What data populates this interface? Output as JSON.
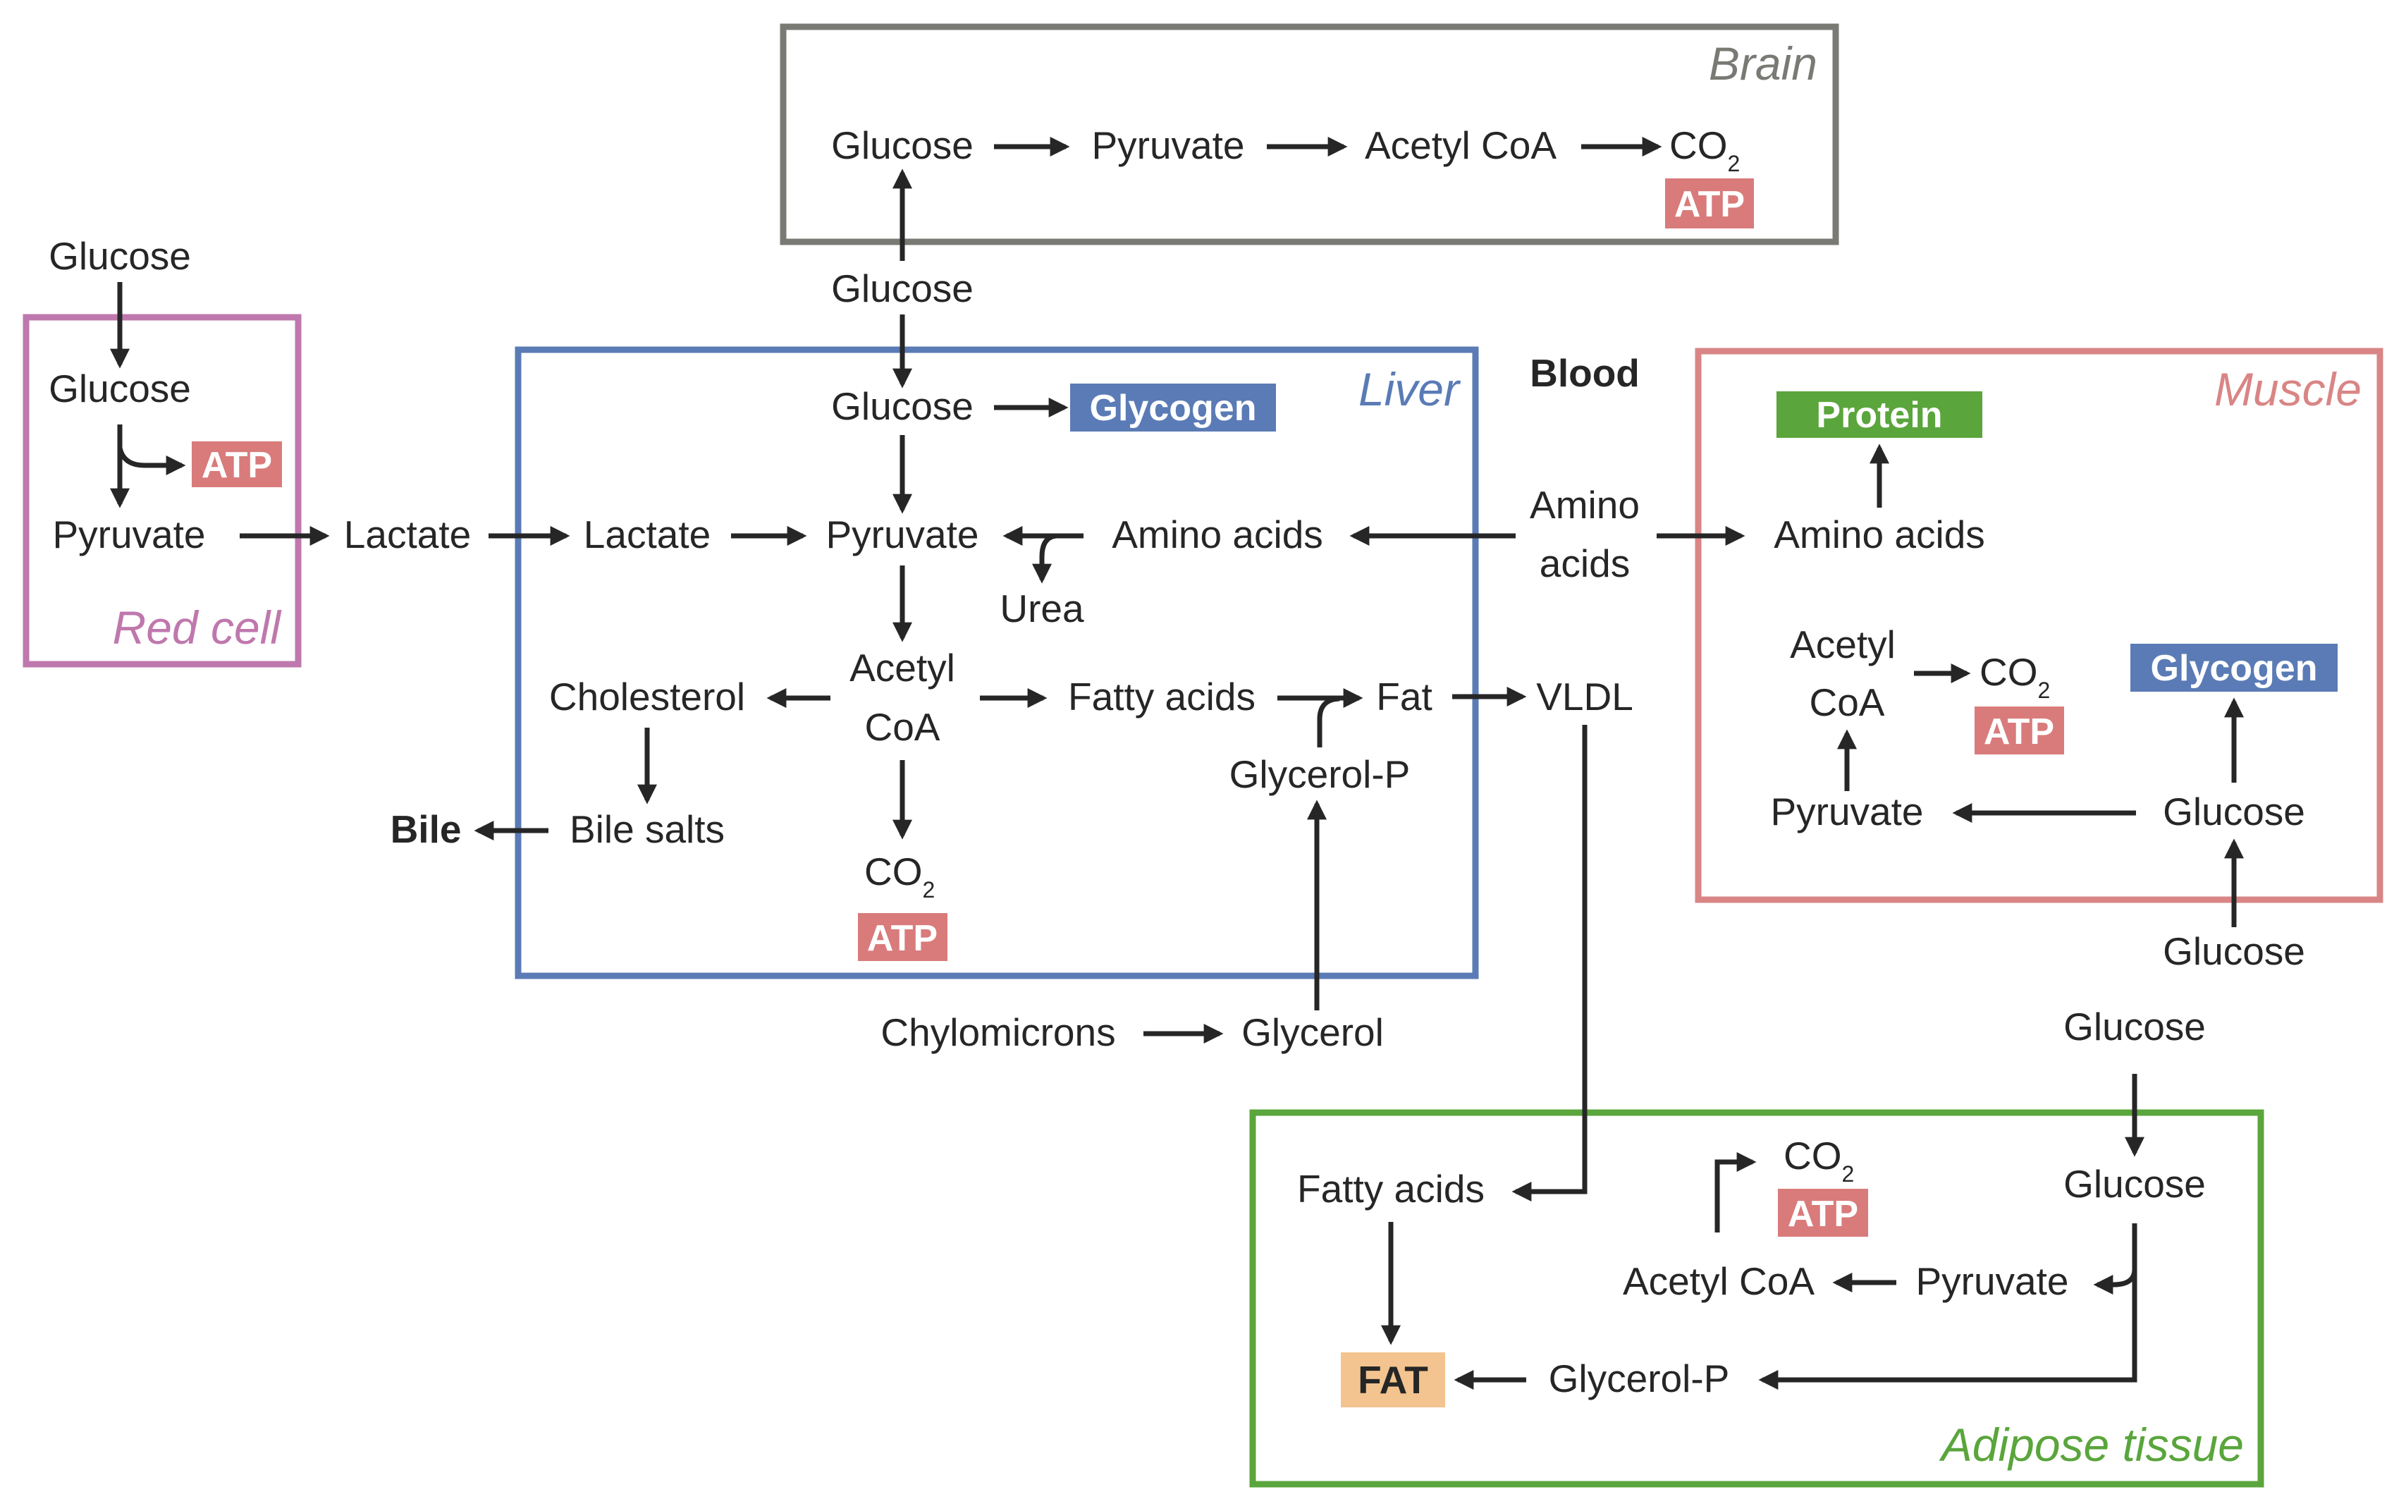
{
  "colors": {
    "brain": "#7a7a75",
    "liver": "#5a7bb5",
    "muscle": "#d98585",
    "red_cell": "#bf78ad",
    "adipose": "#5aa53c",
    "atp": "#d97b7b",
    "glycogen": "#5a7bb5",
    "protein": "#5aa53c",
    "fat": "#f3c48f",
    "text": "#262626"
  },
  "compartments": {
    "brain": "Brain",
    "liver": "Liver",
    "muscle": "Muscle",
    "red_cell": "Red cell",
    "adipose": "Adipose tissue"
  },
  "blood_label": "Blood",
  "brain": {
    "glucose": "Glucose",
    "pyruvate": "Pyruvate",
    "acetyl_coa": "Acetyl CoA",
    "co2_main": "CO",
    "co2_sub": "2",
    "atp": "ATP"
  },
  "blood": {
    "glucose_top": "Glucose",
    "glucose_left": "Glucose",
    "lactate": "Lactate",
    "amino_line1": "Amino",
    "amino_line2": "acids",
    "vldl": "VLDL",
    "chylomicrons": "Chylomicrons",
    "glycerol": "Glycerol",
    "bile": "Bile",
    "glucose_muscle": "Glucose",
    "glucose_adipose": "Glucose"
  },
  "red_cell": {
    "glucose": "Glucose",
    "atp": "ATP",
    "pyruvate": "Pyruvate"
  },
  "liver": {
    "glucose": "Glucose",
    "glycogen": "Glycogen",
    "lactate": "Lactate",
    "pyruvate": "Pyruvate",
    "amino_acids": "Amino acids",
    "urea": "Urea",
    "acetyl_line1": "Acetyl",
    "acetyl_line2": "CoA",
    "cholesterol": "Cholesterol",
    "fatty_acids": "Fatty acids",
    "fat": "Fat",
    "glycerol_p": "Glycerol-P",
    "bile_salts": "Bile salts",
    "co2_main": "CO",
    "co2_sub": "2",
    "atp": "ATP"
  },
  "muscle": {
    "protein": "Protein",
    "amino_acids": "Amino acids",
    "acetyl_line1": "Acetyl",
    "acetyl_line2": "CoA",
    "co2_main": "CO",
    "co2_sub": "2",
    "atp": "ATP",
    "glycogen": "Glycogen",
    "pyruvate": "Pyruvate",
    "glucose": "Glucose"
  },
  "adipose": {
    "fatty_acids": "Fatty acids",
    "co2_main": "CO",
    "co2_sub": "2",
    "atp": "ATP",
    "glucose": "Glucose",
    "acetyl_coa": "Acetyl CoA",
    "pyruvate": "Pyruvate",
    "fat": "FAT",
    "glycerol_p": "Glycerol-P"
  }
}
